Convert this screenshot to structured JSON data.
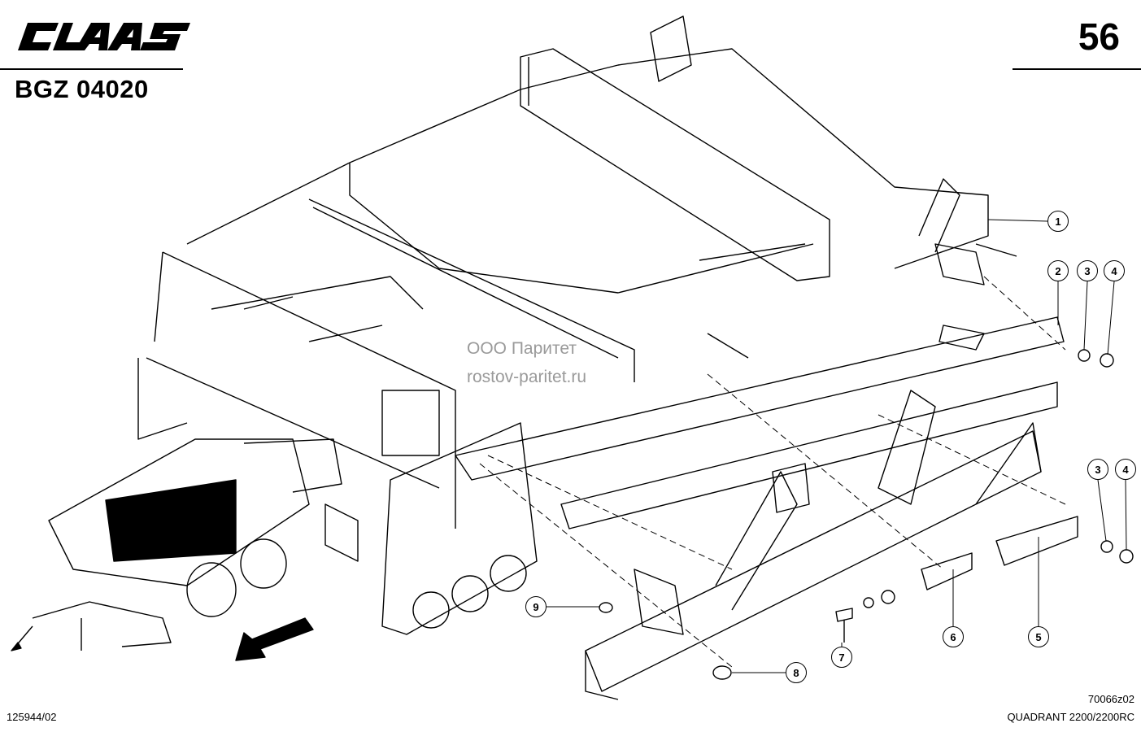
{
  "header": {
    "brand": "CLAAS",
    "doc_code": "BGZ 04020",
    "page_number": "56"
  },
  "watermark": {
    "line1": "ООО Паритет",
    "line2": "rostov-paritet.ru"
  },
  "footer": {
    "left_ref": "125944/02",
    "drawing_ref": "70066z02",
    "model": "QUADRANT 2200/2200RC"
  },
  "callouts": [
    "1",
    "2",
    "3",
    "4",
    "3",
    "4",
    "5",
    "6",
    "7",
    "8",
    "9"
  ],
  "colors": {
    "ink": "#000000",
    "watermark": "#9a9a9a",
    "background": "#ffffff"
  }
}
